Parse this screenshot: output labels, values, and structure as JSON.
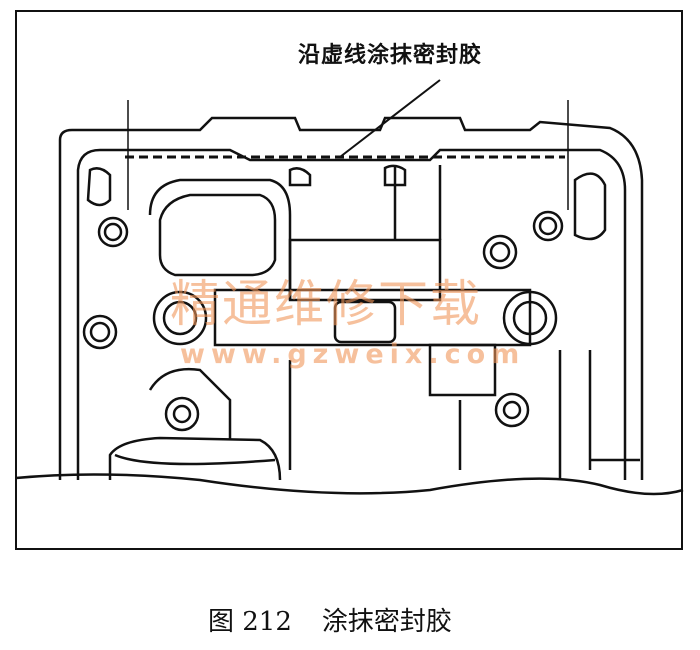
{
  "callout_label": "沿虚线涂抹密封胶",
  "caption": {
    "figure_number": "图 212",
    "title": "涂抹密封胶"
  },
  "watermark": {
    "text": "精通维修下载",
    "url": "www.gzweix.com"
  }
}
